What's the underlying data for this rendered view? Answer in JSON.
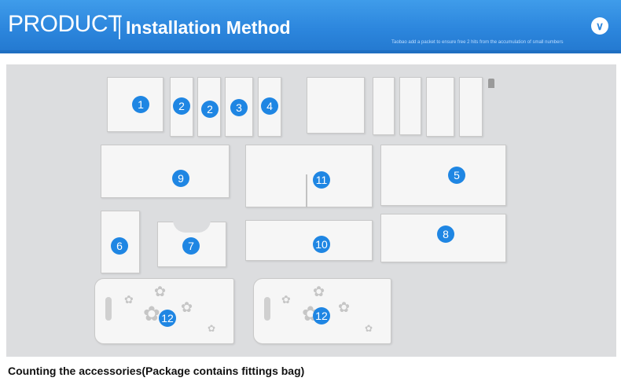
{
  "header": {
    "title": "PRODUCT",
    "subtitle": "Installation Method",
    "note": "Taobao add a packet to ensure free 2 hits from the accumulation of small numbers",
    "toggle_icon": "chevron-down-icon"
  },
  "pieces": {
    "n1": "1",
    "n2a": "2",
    "n2b": "2",
    "n3": "3",
    "n4": "4",
    "n5": "5",
    "n6": "6",
    "n7": "7",
    "n8": "8",
    "n9": "9",
    "n10": "10",
    "n11": "11",
    "n12a": "12",
    "n12b": "12"
  },
  "footer": {
    "caption": "Counting the accessories(Package contains fittings bag)"
  },
  "colors": {
    "banner": "#2c86dd",
    "badge": "#1f86e3",
    "board": "#dcdddf"
  }
}
